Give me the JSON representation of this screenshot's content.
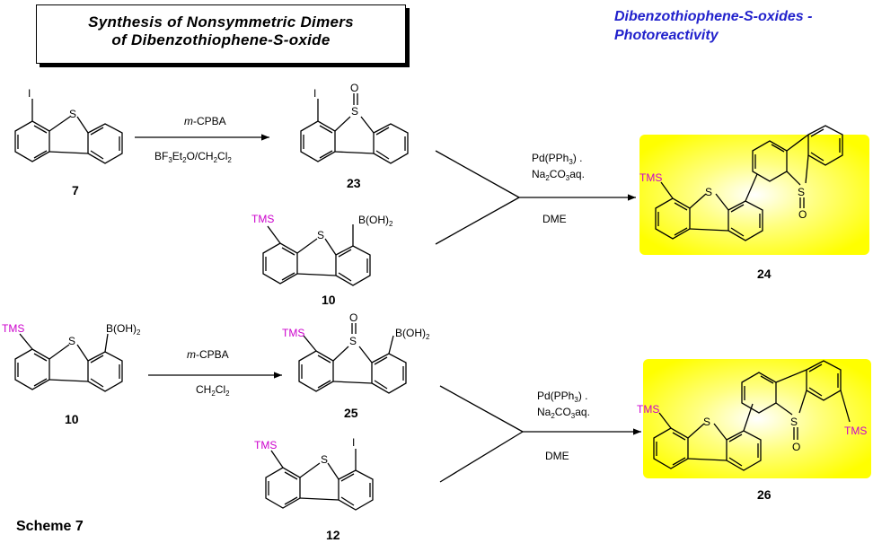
{
  "title": {
    "line1": "Synthesis  of  Nonsymmetric Dimers",
    "line2": "of Dibenzothiophene-S-oxide"
  },
  "header": {
    "line1": "Dibenzothiophene-S-oxides -",
    "line2": "Photoreactivity"
  },
  "scheme_label": "Scheme 7",
  "labels": {
    "I": "I",
    "S": "S",
    "O": "O",
    "TMS": "TMS",
    "B_OH2": "B(OH)",
    "sub2": "2"
  },
  "compounds": {
    "c7": "7",
    "c23": "23",
    "c10a": "10",
    "c24": "24",
    "c10b": "10",
    "c25": "25",
    "c12": "12",
    "c26": "26"
  },
  "reaction1": {
    "reagent_pre": "m",
    "reagent_post": "-CPBA",
    "solvent": "BF",
    "solvent2": "Et",
    "solvent3": "O/CH",
    "solvent4": "Cl"
  },
  "reaction2": {
    "reagent_pre": "m",
    "reagent_post": "-CPBA",
    "solvent": "CH",
    "solvent2": "Cl"
  },
  "coupling": {
    "cat": "Pd(PPh",
    "cat_end": ") .",
    "base": "Na",
    "base_end": "CO",
    "base_aq": "aq.",
    "solvent": "DME"
  },
  "colors": {
    "tms": "#cc00cc",
    "highlight": "#ffff00",
    "header": "#2222cc"
  }
}
